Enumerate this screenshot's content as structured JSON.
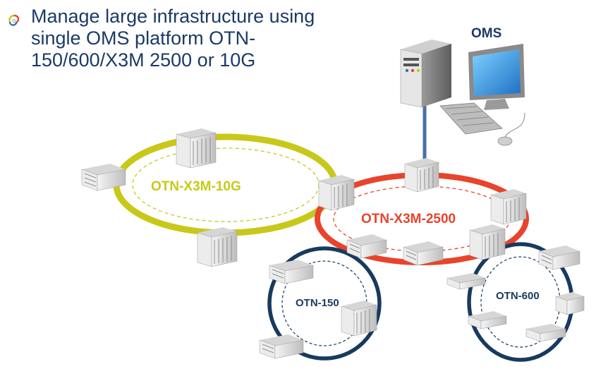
{
  "headline": {
    "lines": [
      "Manage large infrastructure using",
      "single OMS platform OTN-",
      "150/600/X3M 2500 or 10G"
    ]
  },
  "oms_label": "OMS",
  "rings": {
    "x3m_10g": {
      "label": "OTN-X3M-10G",
      "color": "#c8c81a"
    },
    "x3m_2500": {
      "label": "OTN-X3M-2500",
      "color": "#e8442c"
    },
    "otn_150": {
      "label": "OTN-150",
      "color": "#183a5e"
    },
    "otn_600": {
      "label": "OTN-600",
      "color": "#183a5e"
    }
  },
  "colors": {
    "text": "#1b3a66",
    "link": "#4a6fa8"
  },
  "icons": {
    "bullet": "tri-color-swirl-icon",
    "server": "server-tower-icon",
    "monitor": "monitor-icon",
    "keyboard": "keyboard-icon",
    "node": "network-node-icon"
  }
}
